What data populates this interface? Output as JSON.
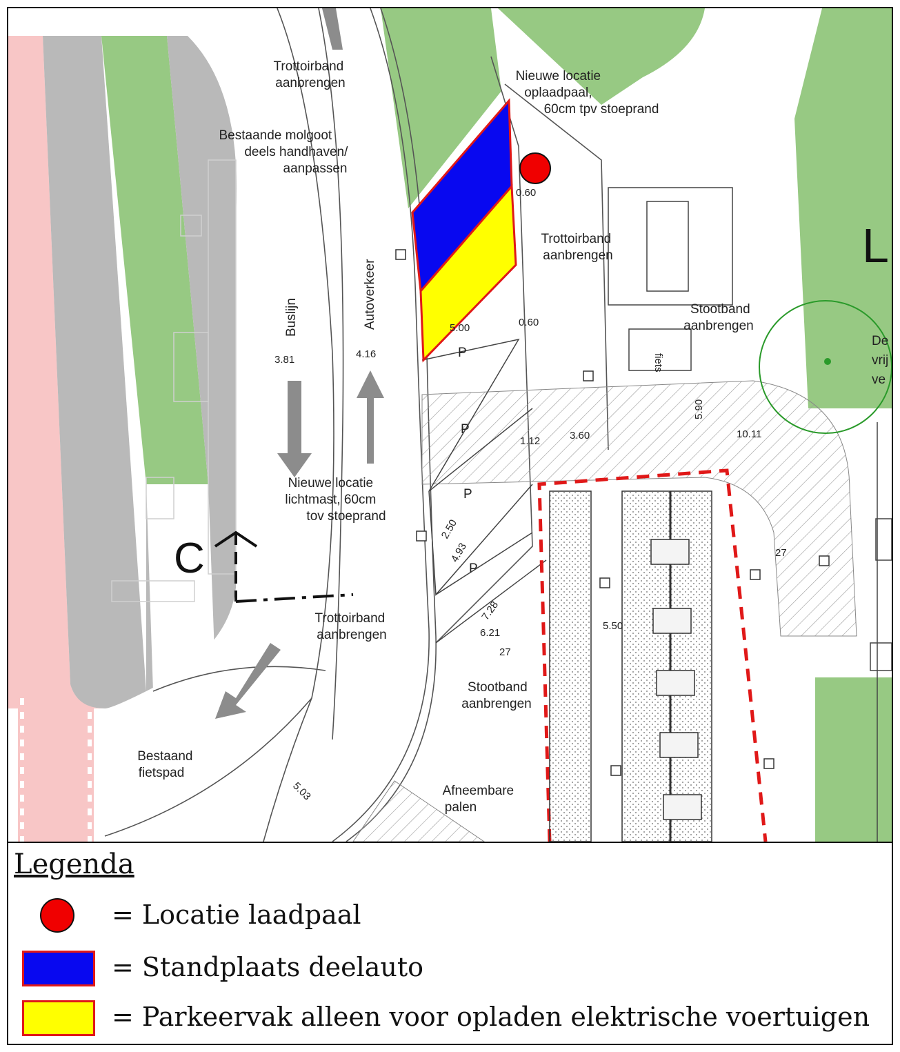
{
  "colors": {
    "green": "#97c983",
    "gray": "#b9b9b9",
    "pink": "#f8c6c6",
    "blue": "#0808f0",
    "yellow": "#ffff00",
    "red": "#f00000",
    "border_red": "#e01818"
  },
  "map": {
    "labels": {
      "trottoirband_1": [
        "Trottoirband",
        "aanbrengen"
      ],
      "nieuwe_oplaadpaal": [
        "Nieuwe locatie",
        "oplaadpaal,",
        "60cm tpv stoeprand"
      ],
      "bestaande_molgoot": [
        "Bestaande molgoot",
        "deels handhaven/",
        "aanpassen"
      ],
      "trottoirband_2": [
        "Trottoirband",
        "aanbrengen"
      ],
      "stootband_1": [
        "Stootband",
        "aanbrengen"
      ],
      "nieuwe_lichtmast": [
        "Nieuwe locatie",
        "lichtmast, 60cm",
        "tov stoeprand"
      ],
      "trottoirband_3": [
        "Trottoirband",
        "aanbrengen"
      ],
      "stootband_2": [
        "Stootband",
        "aanbrengen"
      ],
      "bestaand_fietspad": [
        "Bestaand",
        "fietspad"
      ],
      "afneembare_palen": [
        "Afneembare",
        "palen"
      ],
      "tree_note": [
        "De",
        "vrij",
        "ve"
      ],
      "buslijn": "Buslijn",
      "autoverkeer": "Autoverkeer",
      "section_marker": "C",
      "large_letter": "L",
      "parking_p": "P",
      "box_label": "fiets"
    },
    "dimensions": {
      "d_060_top": "0.60",
      "d_500": "5.00",
      "d_060_mid": "0.60",
      "d_381": "3.81",
      "d_416": "4.16",
      "d_112": "1.12",
      "d_360": "3.60",
      "d_1011": "10.11",
      "d_590": "5.90",
      "d_250": "2.50",
      "d_493": "4.93",
      "d_728": "7.28",
      "d_621": "6.21",
      "d_550": "5.50",
      "d_503": "5.03",
      "d_27a": "27",
      "d_27b": "27"
    }
  },
  "legend": {
    "title": "Legenda",
    "items": [
      {
        "symbol": "circle",
        "text": "= Locatie laadpaal"
      },
      {
        "symbol": "blue-rect",
        "text": "= Standplaats deelauto"
      },
      {
        "symbol": "yellow-rect",
        "text": "= Parkeervak alleen voor opladen elektrische voertuigen"
      }
    ]
  }
}
